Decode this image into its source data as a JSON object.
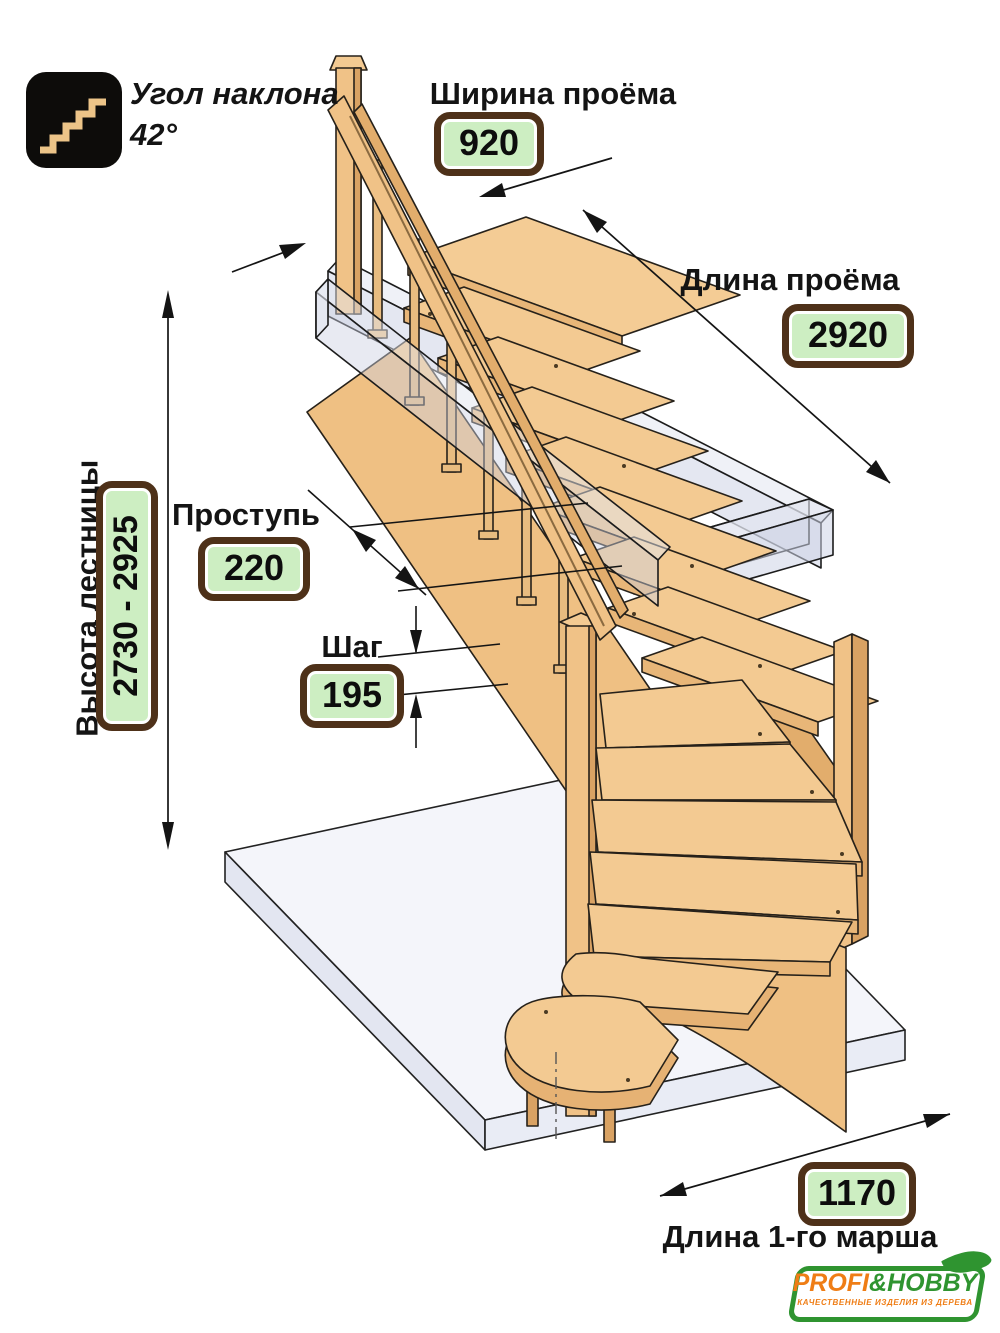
{
  "angle_callout": {
    "icon": "stairs-icon",
    "label": "Угол наклона",
    "value": "42°"
  },
  "dimensions": {
    "opening_width": {
      "label": "Ширина проёма",
      "value": "920"
    },
    "opening_length": {
      "label": "Длина проёма",
      "value": "2920"
    },
    "stair_height": {
      "label": "Высота лестницы",
      "value": "2730 - 2925"
    },
    "tread_depth": {
      "label": "Проступь",
      "value": "220"
    },
    "step_rise": {
      "label": "Шаг",
      "value": "195"
    },
    "first_flight": {
      "label": "Длина 1-го марша",
      "value": "1170"
    }
  },
  "logo": {
    "brand_left": "PROFI",
    "ampersand": "&",
    "brand_right": "HOBBY",
    "tagline": "КАЧЕСТВЕННЫЕ ИЗДЕЛИЯ ИЗ ДЕРЕВА"
  },
  "colors": {
    "badge_fill": "#cdeec2",
    "badge_border": "#4e3119",
    "wood_top": "#f3ca92",
    "wood_front": "#e8b678",
    "wood_side": "#d9a263",
    "glass_fill": "#dde2ee",
    "logo_green": "#2f9430",
    "logo_orange": "#ef7d15",
    "icon_bg": "#0d0c0a",
    "icon_steps": "#ecc488"
  }
}
